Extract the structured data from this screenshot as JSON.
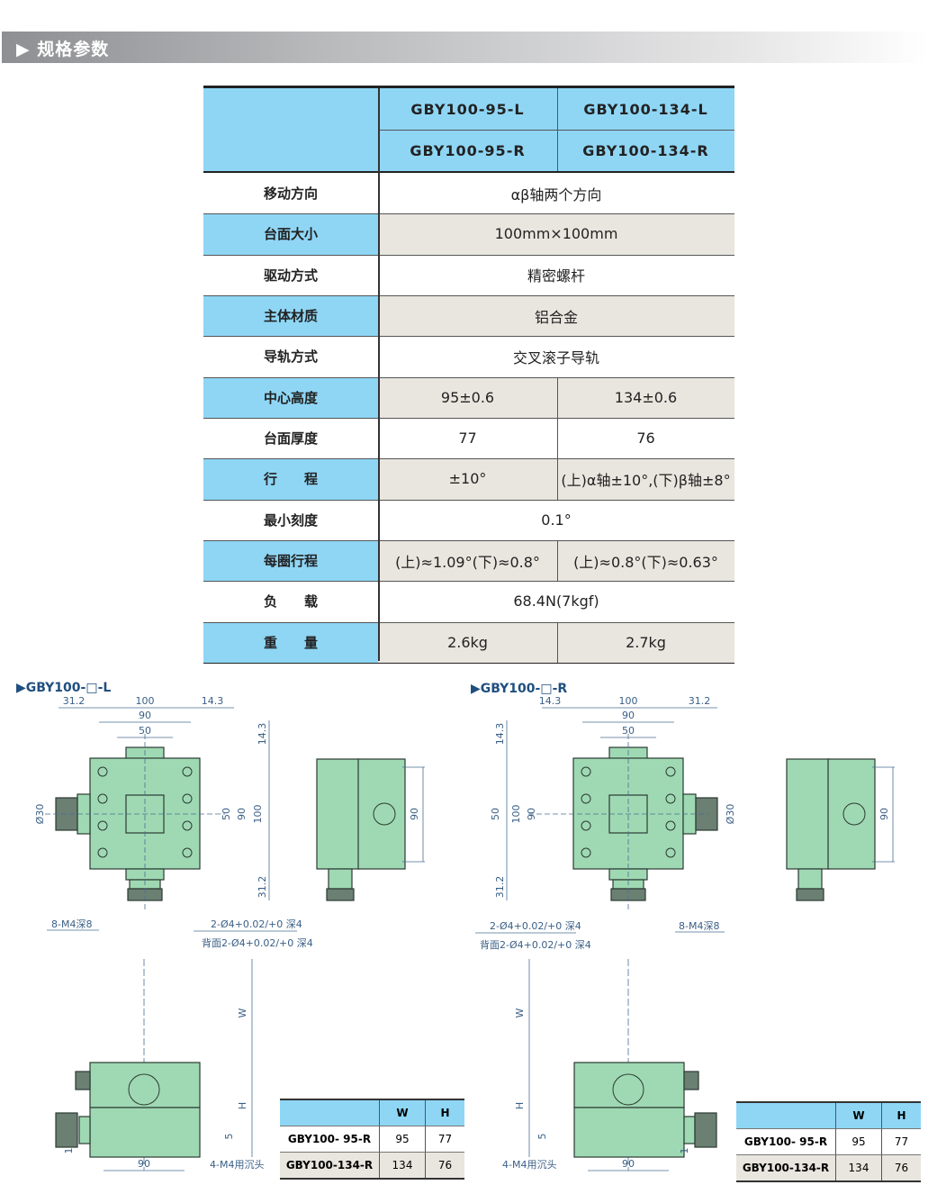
{
  "section_title": "▶ 规格参数",
  "spec_table": {
    "models_row1": [
      "GBY100-95-L",
      "GBY100-134-L"
    ],
    "models_row2": [
      "GBY100-95-R",
      "GBY100-134-R"
    ],
    "rows": [
      {
        "label": "移动方向",
        "values": [
          "αβ轴两个方向"
        ]
      },
      {
        "label": "台面大小",
        "values": [
          "100mm×100mm"
        ]
      },
      {
        "label": "驱动方式",
        "values": [
          "精密螺杆"
        ]
      },
      {
        "label": "主体材质",
        "values": [
          "铝合金"
        ]
      },
      {
        "label": "导轨方式",
        "values": [
          "交叉滚子导轨"
        ]
      },
      {
        "label": "中心高度",
        "values": [
          "95±0.6",
          "134±0.6"
        ]
      },
      {
        "label": "台面厚度",
        "values": [
          "77",
          "76"
        ]
      },
      {
        "label": "行　　程",
        "values": [
          "±10°",
          "(上)α轴±10°,(下)β轴±8°"
        ]
      },
      {
        "label": "最小刻度",
        "values": [
          "0.1°"
        ]
      },
      {
        "label": "每圈行程",
        "values": [
          "(上)≈1.09°(下)≈0.8°",
          "(上)≈0.8°(下)≈0.63°"
        ]
      },
      {
        "label": "负　　载",
        "values": [
          "68.4N(7kgf)"
        ]
      },
      {
        "label": "重　　量",
        "values": [
          "2.6kg",
          "2.7kg"
        ]
      }
    ]
  },
  "drawing_left": {
    "title": "▶GBY100-□-L",
    "dims": [
      "31.2",
      "100",
      "14.3",
      "90",
      "50",
      "14.3",
      "50",
      "90",
      "100",
      "31.2",
      "Ø30",
      "90"
    ],
    "notes": [
      "8-M4深8",
      "2-Ø4+0.02/+0 深4",
      "背面2-Ø4+0.02/+0 深4"
    ],
    "side": {
      "dims": [
        "W",
        "H",
        "5",
        "1",
        "90"
      ],
      "note": "4-M4用沉头"
    }
  },
  "drawing_right": {
    "title": "▶GBY100-□-R",
    "dims": [
      "14.3",
      "100",
      "31.2",
      "90",
      "50",
      "14.3",
      "100",
      "90",
      "50",
      "31.2",
      "Ø30",
      "90"
    ],
    "notes": [
      "8-M4深8",
      "2-Ø4+0.02/+0 深4",
      "背面2-Ø4+0.02/+0 深4"
    ],
    "side": {
      "dims": [
        "W",
        "H",
        "5",
        "1",
        "90"
      ],
      "note": "4-M4用沉头"
    }
  },
  "wh_table_left": {
    "headers": [
      "W",
      "H"
    ],
    "rows": [
      {
        "model": "GBY100-  95-R",
        "W": "95",
        "H": "77"
      },
      {
        "model": "GBY100-134-R",
        "W": "134",
        "H": "76"
      }
    ]
  },
  "wh_table_right": {
    "headers": [
      "W",
      "H"
    ],
    "rows": [
      {
        "model": "GBY100-  95-R",
        "W": "95",
        "H": "77"
      },
      {
        "model": "GBY100-134-R",
        "W": "134",
        "H": "76"
      }
    ]
  },
  "colors": {
    "header_blue": "#8fd6f5",
    "row_beige": "#e9e6df",
    "part_green": "#9fd9b3"
  }
}
